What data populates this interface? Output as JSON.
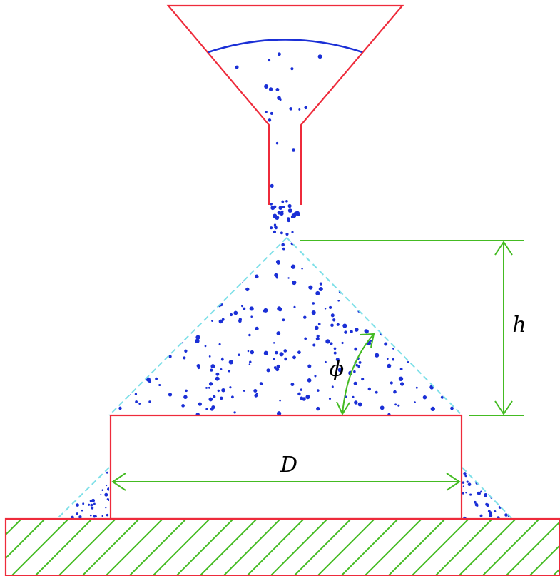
{
  "labels": {
    "height": "h",
    "angle": "ϕ",
    "diameter": "D"
  },
  "colors": {
    "outline": "#ee2b3b",
    "granules": "#1a2fd6",
    "fill_surface": "#1a2fd6",
    "dimension": "#44bb22",
    "pile_slope": "#7fe0e8",
    "ground_hatch": "#44bb22",
    "background": "#ffffff"
  }
}
